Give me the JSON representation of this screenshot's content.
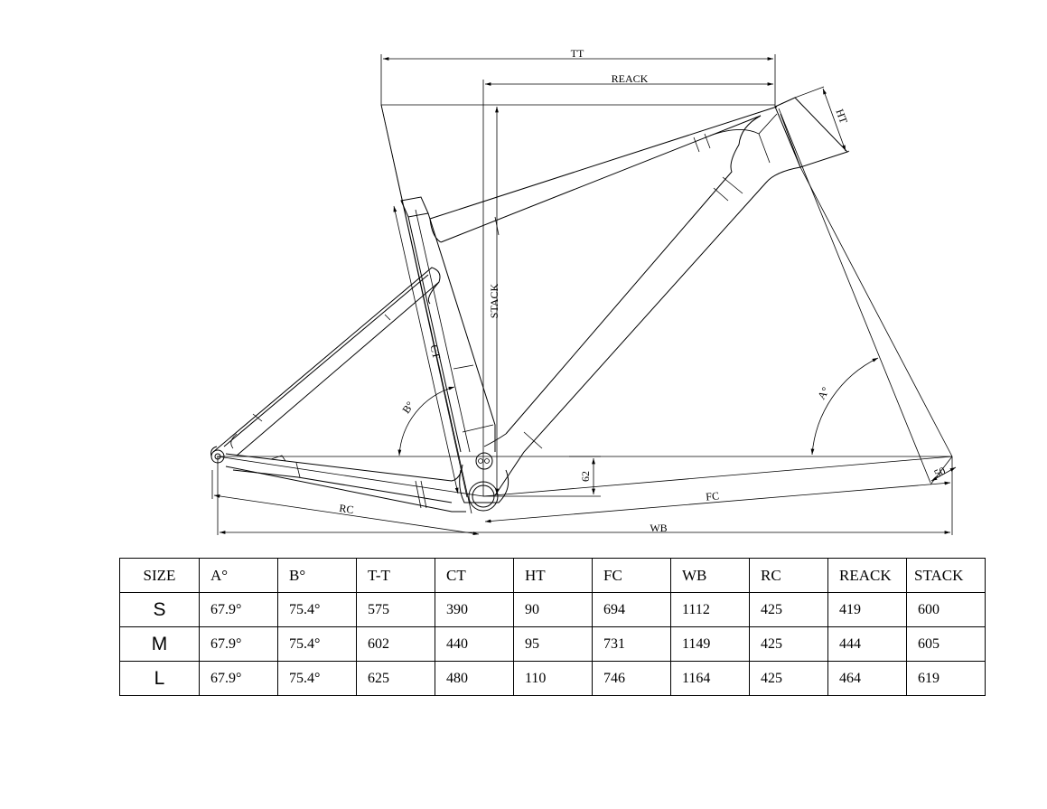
{
  "diagram": {
    "labels": {
      "tt": "TT",
      "reach": "REACK",
      "ht": "HT",
      "stack": "STACK",
      "ct": "CT",
      "b_angle": "B°",
      "a_angle": "A°",
      "bb_drop": "62",
      "fork_offset": "50",
      "rc": "RC",
      "fc": "FC",
      "wb": "WB"
    }
  },
  "table": {
    "headers": [
      "SIZE",
      "A°",
      "B°",
      "T-T",
      "CT",
      "HT",
      "FC",
      "WB",
      "RC",
      "REACK",
      "STACK"
    ],
    "rows": [
      [
        "S",
        "67.9°",
        "75.4°",
        "575",
        "390",
        "90",
        "694",
        "1112",
        "425",
        "419",
        "600"
      ],
      [
        "M",
        "67.9°",
        "75.4°",
        "602",
        "440",
        "95",
        "731",
        "1149",
        "425",
        "444",
        "605"
      ],
      [
        "L",
        "67.9°",
        "75.4°",
        "625",
        "480",
        "110",
        "746",
        "1164",
        "425",
        "464",
        "619"
      ]
    ]
  }
}
